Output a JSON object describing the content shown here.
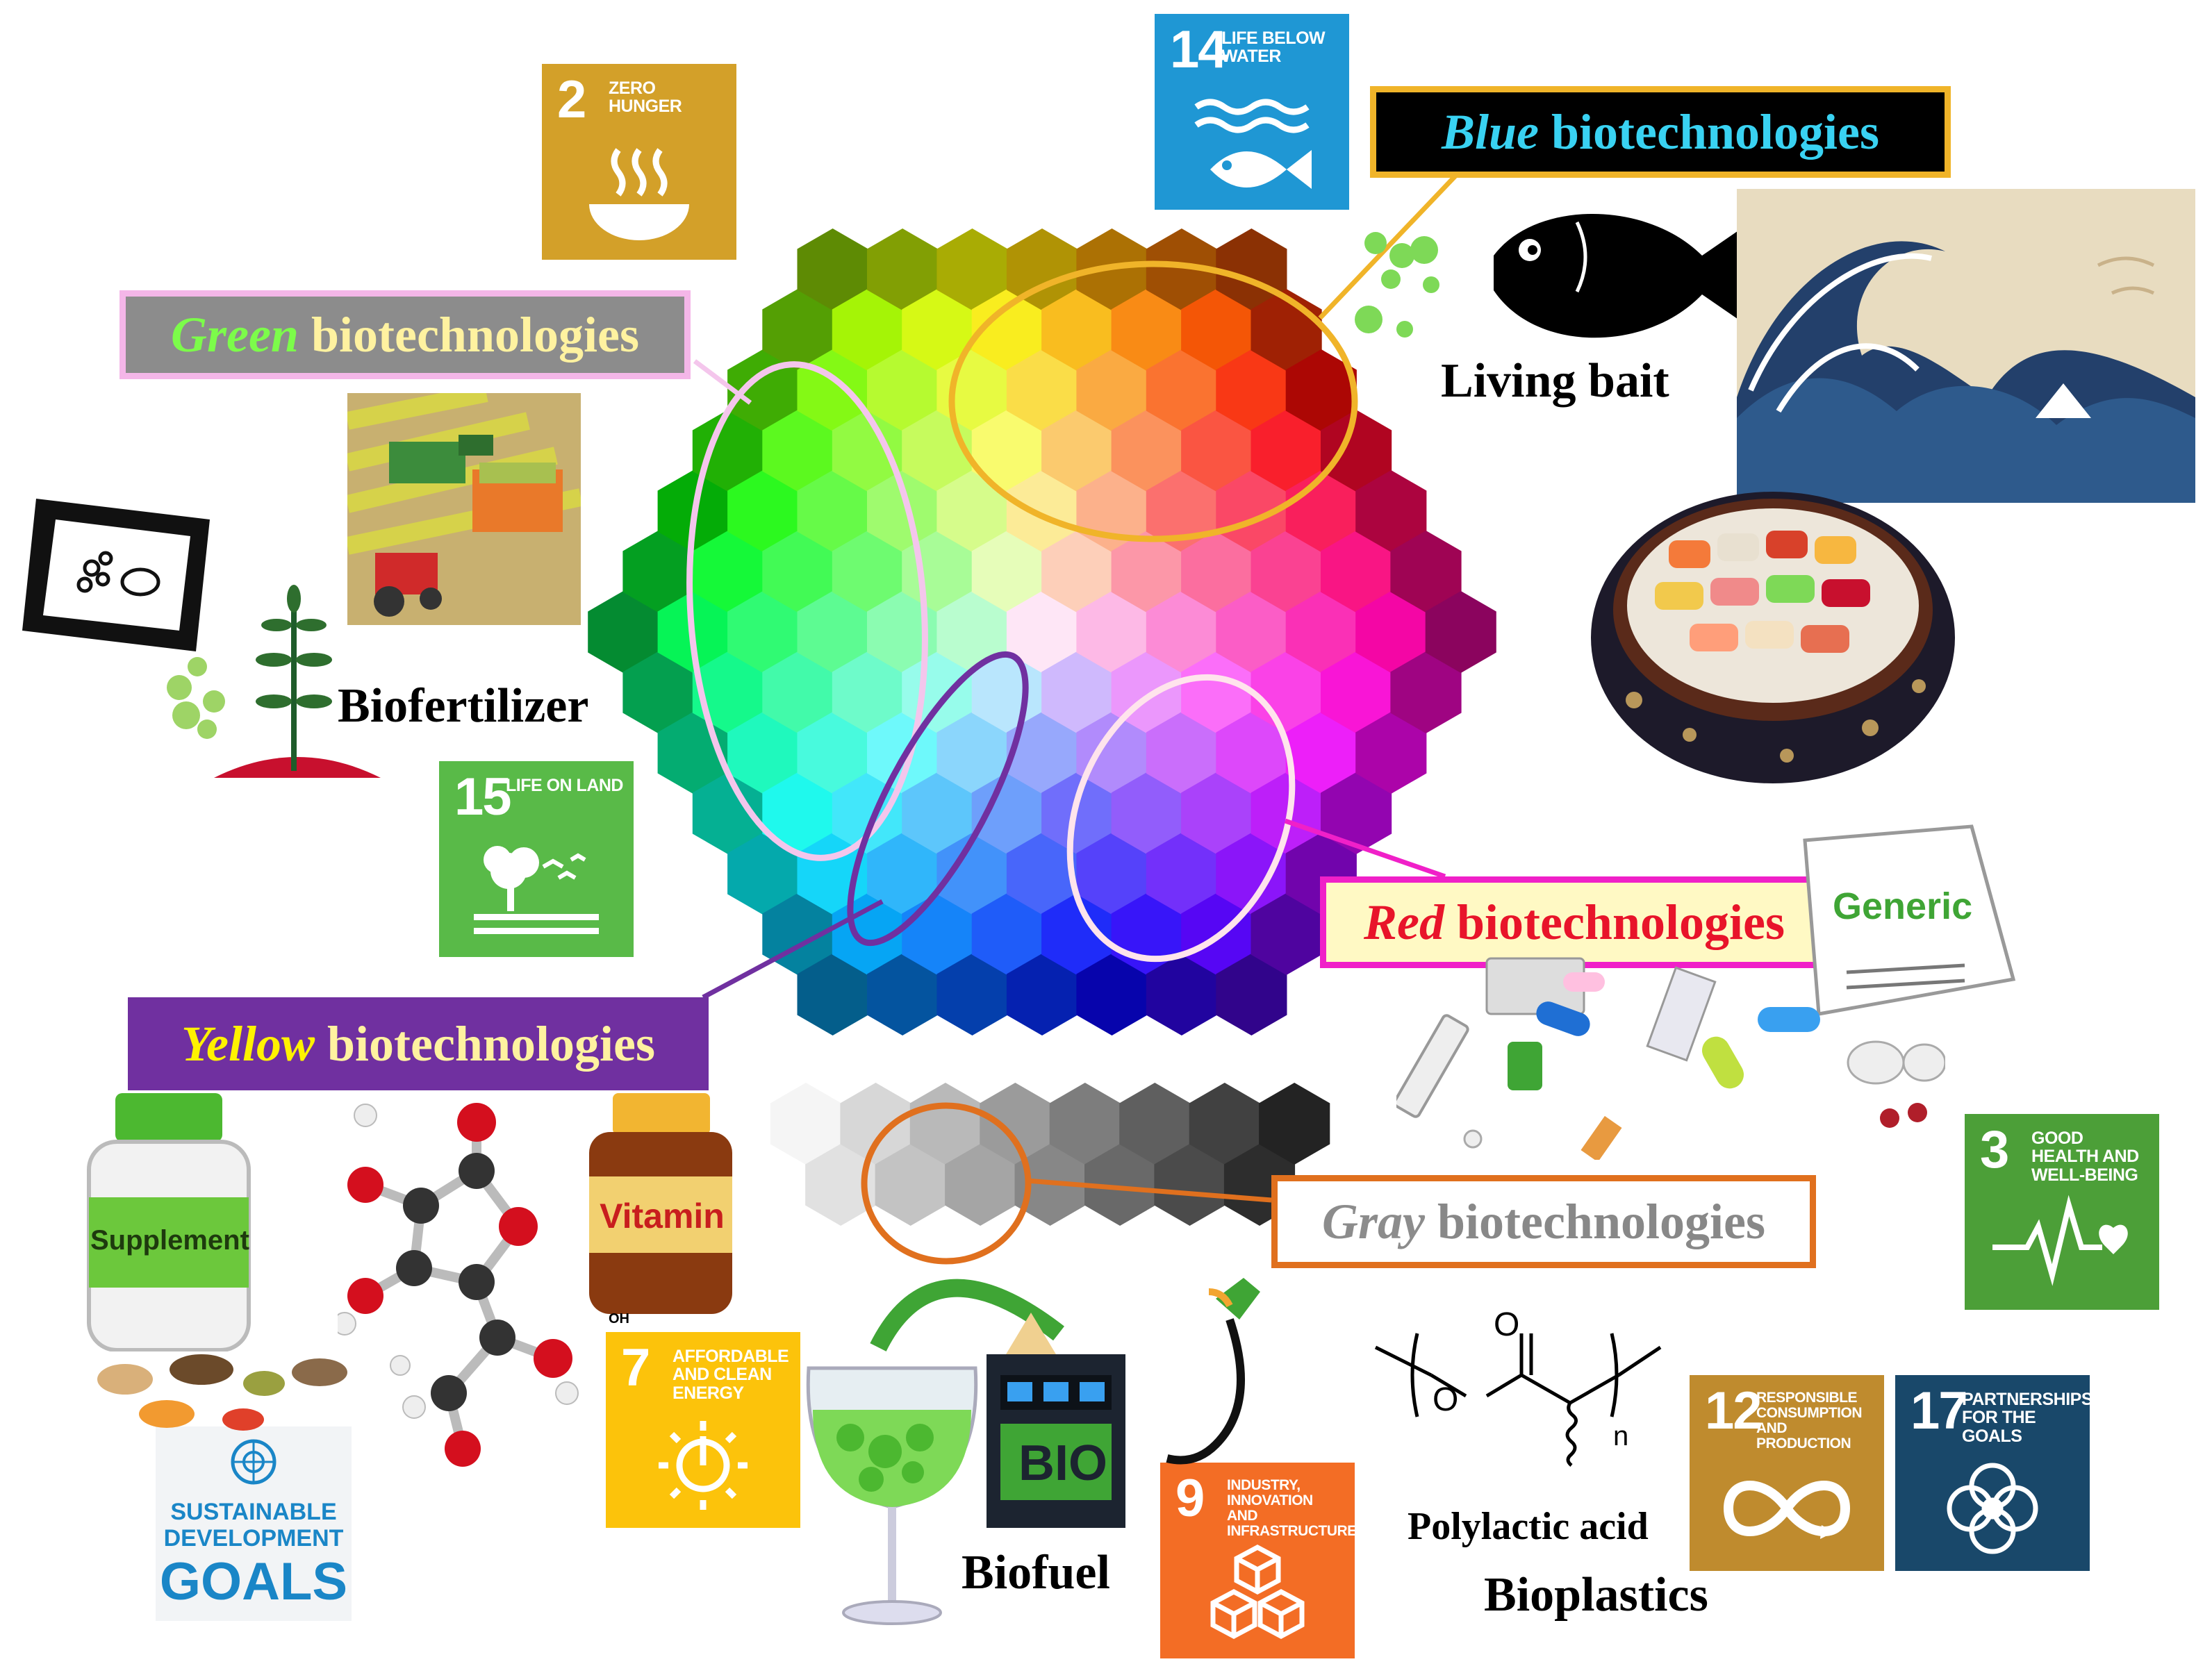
{
  "labels": {
    "green": {
      "colored": "Green",
      "rest": " biotechnologies",
      "color": "#7CFC4A",
      "bg": "#8C8C8C",
      "border": "#F4B6E8"
    },
    "blue": {
      "colored": "Blue",
      "rest": " biotechnologies",
      "color": "#39D2F2",
      "bg": "#000000",
      "border": "#F0B429"
    },
    "red": {
      "colored": "Red",
      "rest": " biotechnologies",
      "color": "#E8142A",
      "bg": "#FFF9C4",
      "border": "#F020C8"
    },
    "yellow": {
      "colored": "Yellow",
      "rest": " biotechnologies",
      "color": "#FFF200",
      "bg": "#7030A0",
      "border": "#7030A0"
    },
    "gray": {
      "colored": "Gray",
      "rest": " biotechnologies",
      "color": "#8C8C8C",
      "bg": "#FFFFFF",
      "border": "#E0701E"
    }
  },
  "captions": {
    "living_bait": "Living bait",
    "biofertilizer": "Biofertilizer",
    "biofuel": "Biofuel",
    "polylactic_acid": "Polylactic acid",
    "bioplastics": "Bioplastics"
  },
  "product_text": {
    "generic": "Generic",
    "supplement": "Supplement",
    "vitamin": "Vitamin",
    "bio": "BIO",
    "oxygen": "O",
    "n": "n",
    "oh": "OH"
  },
  "sdg": {
    "s2": {
      "num": "2",
      "title": "ZERO HUNGER",
      "color": "#D3A029",
      "icon": "bowl-icon"
    },
    "s14": {
      "num": "14",
      "title": "LIFE BELOW WATER",
      "color": "#1F97D4",
      "icon": "fish-icon"
    },
    "s15": {
      "num": "15",
      "title": "LIFE ON LAND",
      "color": "#59BA48",
      "icon": "tree-icon"
    },
    "s3": {
      "num": "3",
      "title": "GOOD HEALTH AND WELL-BEING",
      "color": "#4C9F38",
      "icon": "heartbeat-icon"
    },
    "s7": {
      "num": "7",
      "title": "AFFORDABLE AND CLEAN ENERGY",
      "color": "#FCC30B",
      "icon": "power-sun-icon"
    },
    "s9": {
      "num": "9",
      "title": "INDUSTRY, INNOVATION AND INFRASTRUCTURE",
      "color": "#F36D25",
      "icon": "cubes-icon"
    },
    "s12": {
      "num": "12",
      "title": "RESPONSIBLE CONSUMPTION AND PRODUCTION",
      "color": "#BF8B2E",
      "icon": "infinity-icon"
    },
    "s17": {
      "num": "17",
      "title": "PARTNERSHIPS FOR THE GOALS",
      "color": "#19486A",
      "icon": "rings-icon"
    }
  },
  "sdg_logo": {
    "line1": "SUSTAINABLE",
    "line2": "DEVELOPMENT",
    "line3": "GOALS",
    "color": "#1A86C7"
  }
}
